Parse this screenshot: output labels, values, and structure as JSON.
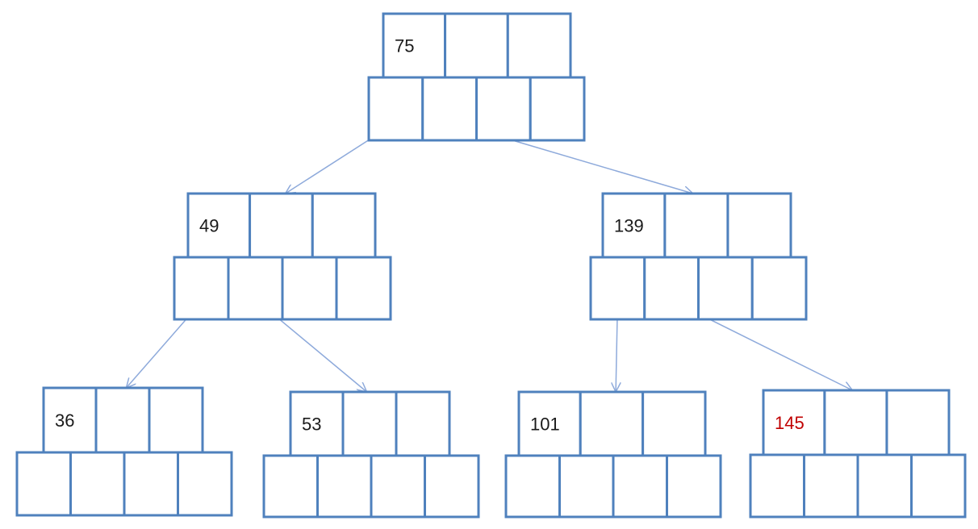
{
  "diagram": {
    "type": "btree",
    "colors": {
      "box_stroke": "#4f81bd",
      "edge": "#8eaadb",
      "key_default": "#1a1a1a",
      "key_highlight": "#c00000"
    },
    "nodes": [
      {
        "id": "root",
        "keys": [
          "75",
          "",
          ""
        ],
        "pointers": 4,
        "highlight": false
      },
      {
        "id": "n49",
        "keys": [
          "49",
          "",
          ""
        ],
        "pointers": 4,
        "highlight": false
      },
      {
        "id": "n139",
        "keys": [
          "139",
          "",
          ""
        ],
        "pointers": 4,
        "highlight": false
      },
      {
        "id": "n36",
        "keys": [
          "36",
          "",
          ""
        ],
        "pointers": 4,
        "highlight": false
      },
      {
        "id": "n53",
        "keys": [
          "53",
          "",
          ""
        ],
        "pointers": 4,
        "highlight": false
      },
      {
        "id": "n101",
        "keys": [
          "101",
          "",
          ""
        ],
        "pointers": 4,
        "highlight": false
      },
      {
        "id": "n145",
        "keys": [
          "145",
          "",
          ""
        ],
        "pointers": 4,
        "highlight": true
      }
    ],
    "edges": [
      {
        "from": "root",
        "pointer": 0,
        "to": "n49"
      },
      {
        "from": "root",
        "pointer": 1,
        "to": "n139"
      },
      {
        "from": "n49",
        "pointer": 0,
        "to": "n36"
      },
      {
        "from": "n49",
        "pointer": 1,
        "to": "n53"
      },
      {
        "from": "n139",
        "pointer": 0,
        "to": "n101"
      },
      {
        "from": "n139",
        "pointer": 1,
        "to": "n145"
      }
    ]
  }
}
